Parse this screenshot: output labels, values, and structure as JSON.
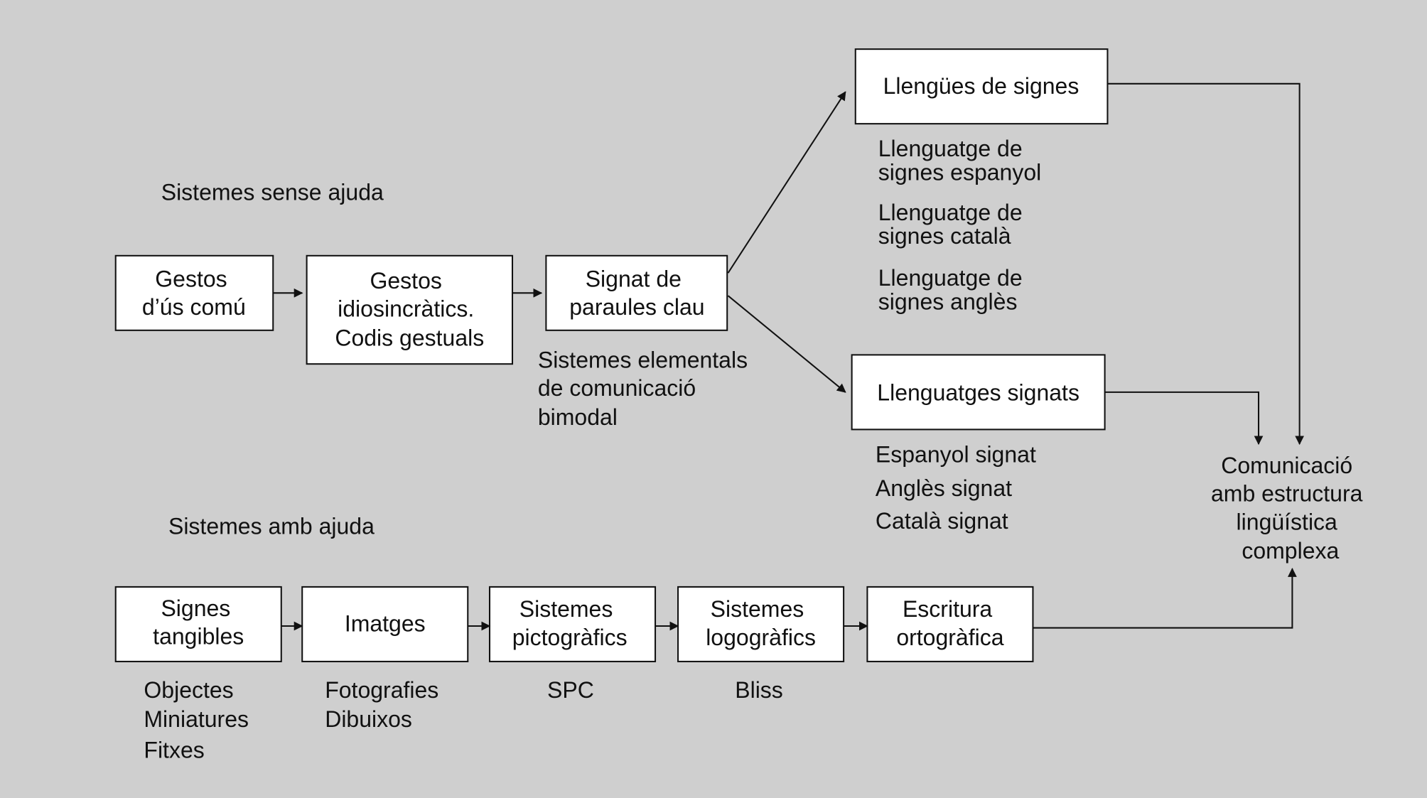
{
  "headings": {
    "unaided": "Sistemes sense ajuda",
    "aided": "Sistemes amb ajuda"
  },
  "unaided_boxes": [
    {
      "lines": [
        "Gestos",
        "d’ús comú"
      ]
    },
    {
      "lines": [
        "Gestos",
        "idiosincràtics.",
        "Codis gestuals"
      ]
    },
    {
      "lines": [
        "Signat de",
        "paraules clau"
      ]
    }
  ],
  "bimodal_note": [
    "Sistemes elementals",
    "de comunicació",
    "bimodal"
  ],
  "sign_languages": {
    "label": "Llengües de signes",
    "examples": [
      [
        "Llenguatge de",
        "signes espanyol"
      ],
      [
        "Llenguatge de",
        "signes català"
      ],
      [
        "Llenguatge de",
        "signes anglès"
      ]
    ]
  },
  "signed_languages": {
    "label": "Llenguatges signats",
    "examples": [
      "Espanyol signat",
      "Anglès signat",
      "Català signat"
    ]
  },
  "target": [
    "Comunicació",
    "amb estructura",
    "lingüística",
    "complexa"
  ],
  "aided_boxes": [
    {
      "lines": [
        "Signes",
        "tangibles"
      ],
      "examples": [
        "Objectes",
        "Miniatures",
        "Fitxes"
      ]
    },
    {
      "lines": [
        "Imatges"
      ],
      "examples": [
        "Fotografies",
        "Dibuixos"
      ]
    },
    {
      "lines": [
        "Sistemes",
        "pictogràfics"
      ],
      "examples": [
        "SPC"
      ]
    },
    {
      "lines": [
        "Sistemes",
        "logogràfics"
      ],
      "examples": [
        "Bliss"
      ]
    },
    {
      "lines": [
        "Escritura",
        "ortogràfica"
      ],
      "examples": []
    }
  ],
  "colors": {
    "background": "#cfcfcf",
    "box": "#ffffff",
    "stroke": "#111111"
  }
}
